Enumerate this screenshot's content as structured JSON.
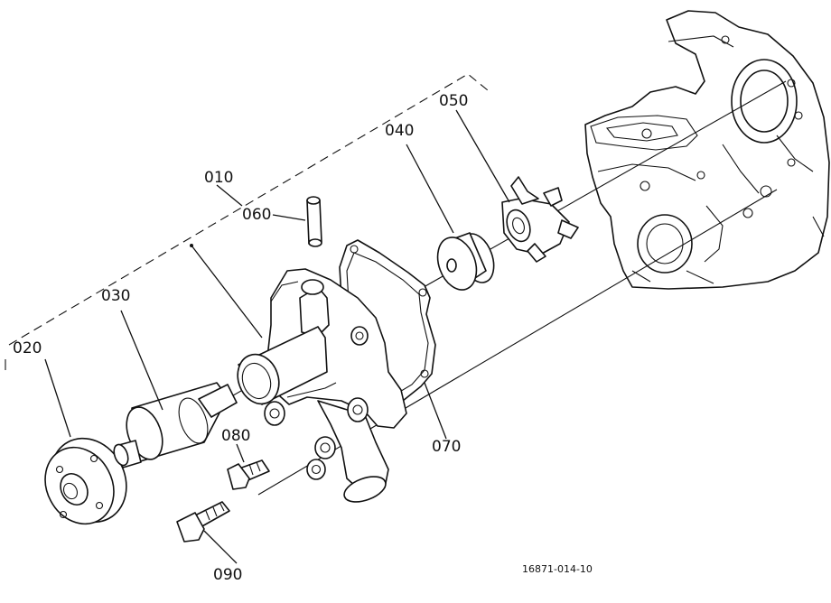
{
  "callouts": {
    "c010": "010",
    "c020": "020",
    "c030": "030",
    "c040": "040",
    "c050": "050",
    "c060": "060",
    "c070": "070",
    "c080": "080",
    "c090": "090"
  },
  "drawing_code": "16871-014-10"
}
